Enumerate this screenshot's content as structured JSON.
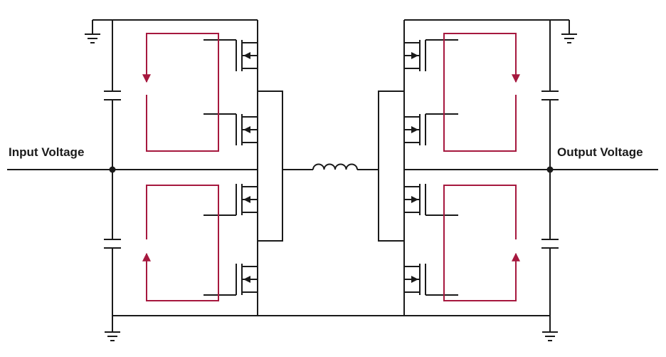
{
  "labels": {
    "input": "Input Voltage",
    "output": "Output Voltage"
  },
  "colors": {
    "wire": "#1a1a1a",
    "current_loop": "#a6183e",
    "background": "#ffffff"
  },
  "components": {
    "mosfets": 8,
    "capacitors": 4,
    "inductors": 1,
    "grounds": 4,
    "current_loops": 4
  }
}
